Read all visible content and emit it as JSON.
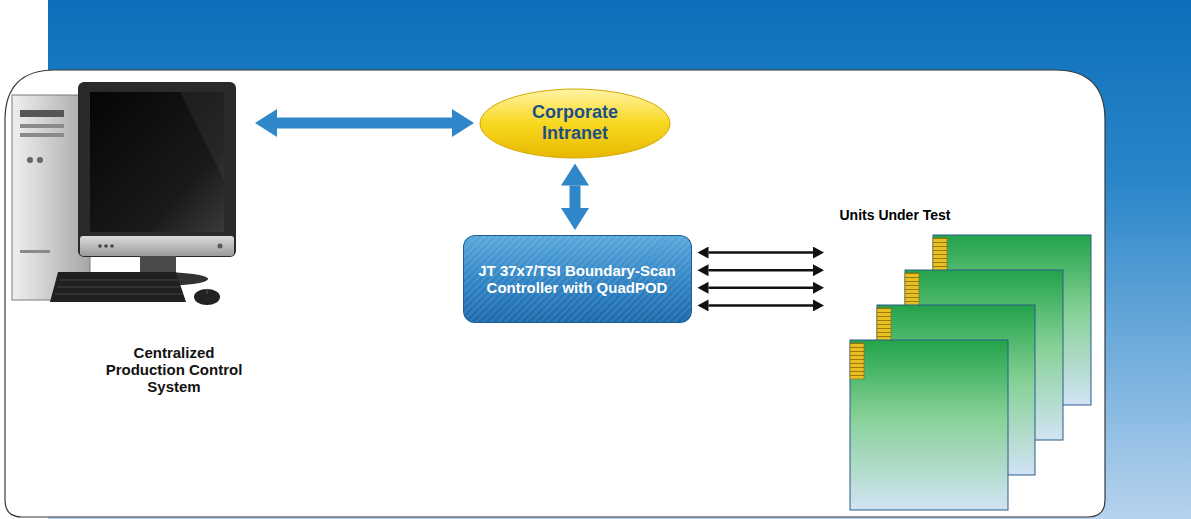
{
  "diagram": {
    "nodes": [
      {
        "text": [
          "Centralized Production Control System"
        ]
      },
      {
        "text": [
          "Corporate Intranet"
        ]
      },
      {
        "text": [
          "JT 37x7/TSI Boundary-Scan Controller with QuadPOD"
        ]
      },
      {
        "text": [
          "Units Under Test"
        ]
      }
    ],
    "edges": [
      {
        "from": 0,
        "to": 1,
        "arrow": "both"
      },
      {
        "from": 1,
        "to": 2,
        "arrow": "both"
      },
      {
        "from": 2,
        "to": 3,
        "arrow": "both"
      },
      {
        "from": 2,
        "to": 3,
        "arrow": "both"
      },
      {
        "from": 2,
        "to": 3,
        "arrow": "both"
      },
      {
        "from": 2,
        "to": 3,
        "arrow": "both"
      }
    ]
  }
}
